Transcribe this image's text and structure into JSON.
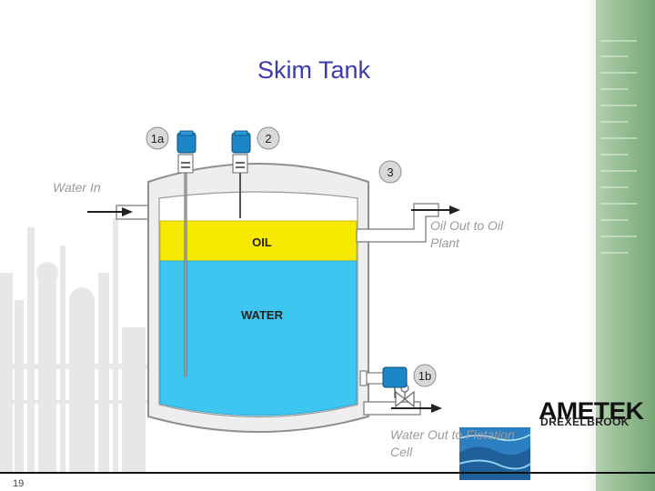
{
  "slide": {
    "title": "Skim Tank",
    "page_number": "19"
  },
  "diagram": {
    "labels": {
      "water_in": "Water In",
      "oil_out_line1": "Oil Out to Oil",
      "oil_out_line2": "Plant",
      "water_out_line1": "Water Out to Flotation",
      "water_out_line2": "Cell",
      "oil_layer": "OIL",
      "water_layer": "WATER"
    },
    "callouts": [
      "1a",
      "2",
      "3",
      "1b"
    ],
    "colors": {
      "oil": "#f7ea00",
      "water": "#3cc6f0",
      "instrument": "#1c86c7",
      "label_text": "#9a9a9a",
      "title": "#3b3bb0"
    }
  },
  "logo": {
    "wordmark": "AMETEK",
    "sub": "DREXELBROOK"
  }
}
